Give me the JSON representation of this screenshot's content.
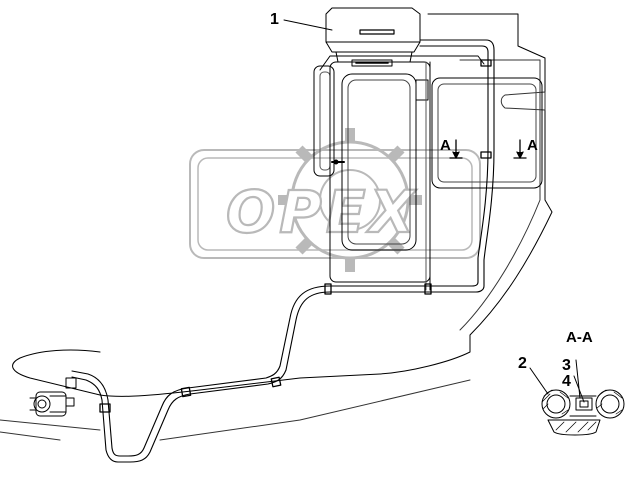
{
  "drawing": {
    "callouts": [
      {
        "id": "1",
        "text": "1"
      },
      {
        "id": "2",
        "text": "2"
      },
      {
        "id": "3",
        "text": "3"
      },
      {
        "id": "4",
        "text": "4"
      }
    ],
    "section_marks": {
      "left": "A",
      "right": "A",
      "view_title": "A-A"
    },
    "watermark": "OPEX"
  },
  "colors": {
    "line": "#000000",
    "ghost": "#b9b9b9",
    "background": "#ffffff"
  }
}
